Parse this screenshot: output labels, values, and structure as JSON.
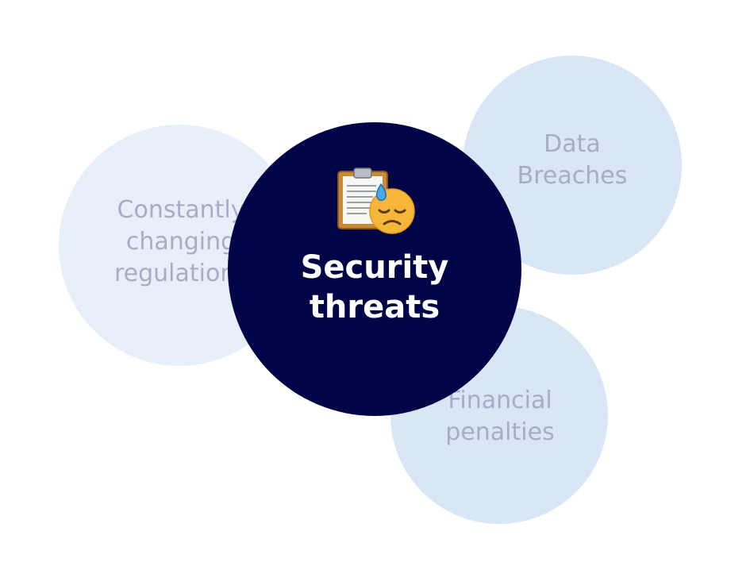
{
  "center": {
    "label": "Security\nthreats",
    "icon": "clipboard-sweat-face-icon",
    "color": "#020448"
  },
  "satellites": [
    {
      "id": "regulations",
      "label": "Constantly\nchanging\nregulations",
      "color": "#e8eff9"
    },
    {
      "id": "breaches",
      "label": "Data\nBreaches",
      "color": "#d9e6f6"
    },
    {
      "id": "penalties",
      "label": "Financial\npenalties",
      "color": "#d9e6f6"
    }
  ]
}
